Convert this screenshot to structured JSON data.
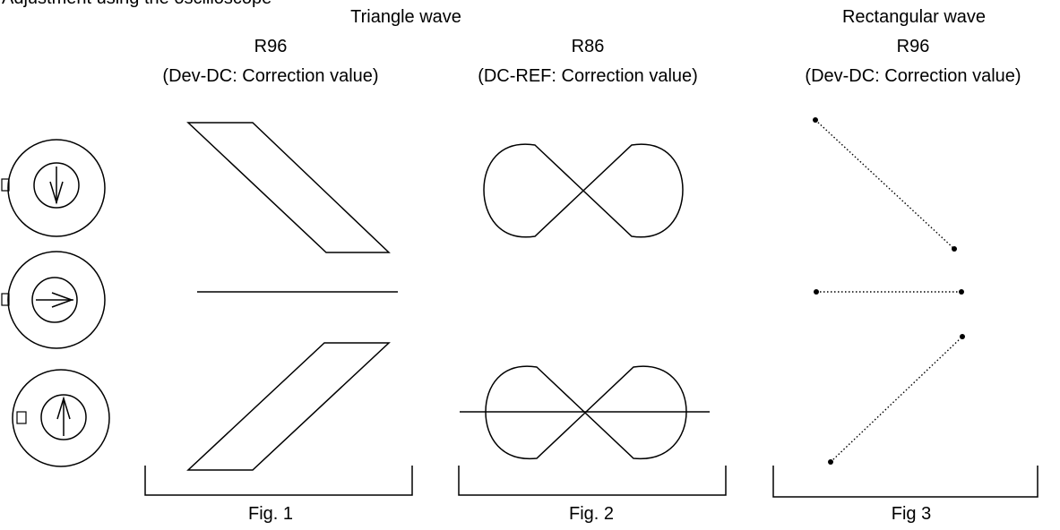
{
  "top_cut_text": "Adjustment using the oscilloscope",
  "triangle_heading": "Triangle wave",
  "rect_heading": "Rectangular wave",
  "col1": {
    "resistor": "R96",
    "desc": "(Dev-DC: Correction value)"
  },
  "col2": {
    "resistor": "R86",
    "desc": "(DC-REF: Correction value)"
  },
  "col3": {
    "resistor": "R96",
    "desc": "(Dev-DC: Correction value)"
  },
  "fig1": "Fig. 1",
  "fig2": "Fig. 2",
  "fig3": "Fig  3"
}
